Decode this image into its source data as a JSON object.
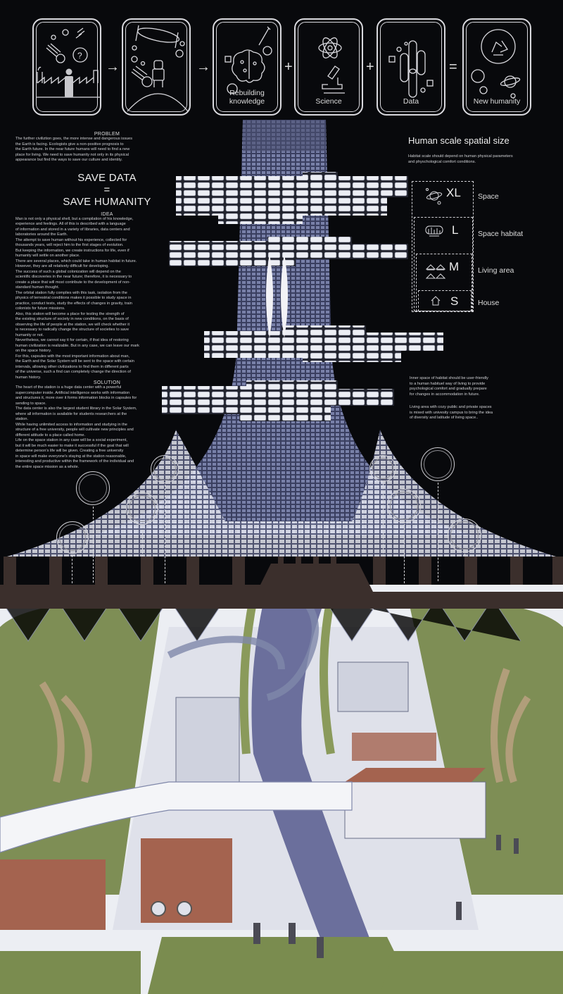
{
  "poster": {
    "title_sequence": [
      {
        "id": "problem",
        "label": "",
        "icon": "person-meteor-factory-icon"
      },
      {
        "id": "space",
        "label": "",
        "icon": "astronaut-space-station-icon"
      },
      {
        "id": "rebuilding",
        "label": "Rebuilding\nknowledge",
        "icon": "brain-gears-icon"
      },
      {
        "id": "science",
        "label": "Science",
        "icon": "atom-microscope-icon"
      },
      {
        "id": "data",
        "label": "Data",
        "icon": "data-capsules-icon"
      },
      {
        "id": "new_humanity",
        "label": "New humanity",
        "icon": "recycle-planets-icon"
      }
    ],
    "operators": [
      "→",
      "→",
      "+",
      "+",
      "="
    ]
  },
  "left_column": {
    "problem_heading": "PROBLEM",
    "problem_text": "The further civiliztion goes, the more intense and dangerous issues\nthe Earth is facing.  Ecologists give a non-positive prognosis to\nthe Earth future. In the near future humans will need to find a new\nplace for living. We need to save humanity not only in its physical\nappearance but find the ways to save our culture and identity.",
    "slogan_line1": "SAVE DATA",
    "slogan_equals": "=",
    "slogan_line2": "SAVE HUMANITY",
    "idea_heading": "IDEA",
    "idea_text": "Man is not only a physical shell, but a compilation of his knowledge,\nexperience and feelings. All of this is described with a language\nof information and stored in a variety of libraries, data centers and\nlaboratories around the Earth.\nThe attempt to save human without his experience, collected for\nthousands years, will reject him to the first stages of evolution.\nBut keeping the information, we create instructions for life, even if\nhumanity will settle on another place.\nThere are several places, which could take in human habitat in future.\nHowever, they are all relatively difficult for developing.\nThe success of such a global colonization will depend on the\nscientific discoveries in the near future; therefore, it is necessary to\ncreate a place that will most contribute to the development of non-\nstandard human thought.\nThe orbital station fully complies with this task, isolation from the\nphysics of terrestrial conditions makes it possible to study space in\npractice, conduct tests, study the effects of changes in gravity, train\ncolonists for future missions.\nAlso, this station will become a place for testing the strength of\nthe existing structure of society in new conditions, on the basis of\nobserving the life of people at the station, we will check whether it\nis necessary to radically change the structure of societies to save\nhumanity or not.\n Nevertheless, we cannot say it for certain, if that idea of restoring\nhuman civilization is realizable. But in any case, we can leave our mark\non the space history.\nFor this, capsules with the most important information about man,\nthe Earth and the Solar System will be sent to the space with certain\nintervals, allowing other civilizations to find them in different parts\nof the universe, such a find can completely change the direction of\nhuman history.",
    "solution_heading": "SOLUTION",
    "solution_text": "The heart of the station is a huge data center with a powerful\nsupercomputer inside. Artificial intelligence works with information\nand structures it, more over it forms information blocks in capsules for\nsending to space.\nThe data center is also the largest student library in the Solar System,\nwhere all information is available for students researchers at the\nstation.\nWhile having unlimited access to information and studying in the\nstructure of a free university, people will cultivate new principles and\ndifferent attitude to a place called home.\nLife on the space station in any case will be a social experiment,\nbut it will be much easier to make it successful if the goal that will\ndetermine person's life will be given. Creating a free university\nin space will make everyone's staying at the station reasonable,\ninteresting and productive within the framework of the individual and\nthe entire space mission as a whole."
  },
  "right_column": {
    "title": "Human scale spatial size",
    "subtitle": "Habitat scale should depend on human physical parameters\nand physchological comfort conditions.",
    "scales": [
      {
        "letter": "XL",
        "name": "Space",
        "icon": "planet-stars-icon"
      },
      {
        "letter": "L",
        "name": "Space habitat",
        "icon": "habitat-module-icon"
      },
      {
        "letter": "M",
        "name": "Living area",
        "icon": "houses-group-icon"
      },
      {
        "letter": "S",
        "name": "House",
        "icon": "house-icon"
      }
    ],
    "inner_text": "Inner space of habitat should be user-friendly\nto a human habituel way of living to provide\npsychological comfort and gradually prepare\nfor changes in accommodation in future.",
    "living_text": "Living area with cozy public and private spaces\nis mixed with univesity campus to bring the idea\nof diversity and latitude of living space.."
  },
  "circle_icons": {
    "left": [
      "meteor-icon",
      "petri-dish-icon",
      "earth-globe-icon",
      "satellite-icon"
    ],
    "right": [
      "dna-chain-icon",
      "robot-arm-icon",
      "atom-icon",
      "medicine-icon"
    ]
  },
  "colors": {
    "background": "#08090c",
    "line": "#d9d9de",
    "band": "#3b2f2c",
    "grass": "#8a9a5b",
    "river": "#6b6f9c",
    "roof": "#a4634f"
  }
}
